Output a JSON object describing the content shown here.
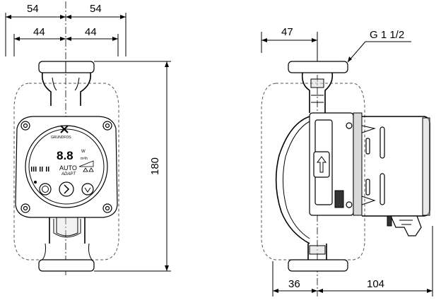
{
  "dimensions": {
    "front_outer_left": "54",
    "front_outer_right": "54",
    "front_inner_left": "44",
    "front_inner_right": "44",
    "front_height": "180",
    "side_flange_offset": "47",
    "side_thread": "G 1 1/2",
    "side_bottom_left": "36",
    "side_bottom_right": "104"
  },
  "control_panel": {
    "brand": "GRUNDFOS",
    "display": "8.8",
    "unit_w": "W",
    "unit_m3h": "m³/h",
    "mode_auto": "AUTO",
    "mode_adapt": "ADAPT"
  }
}
